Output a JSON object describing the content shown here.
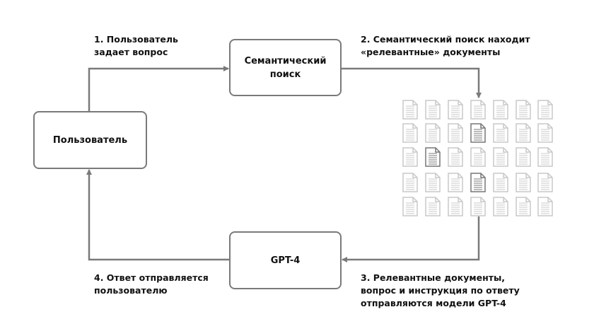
{
  "nodes": {
    "search": "Семантический поиск",
    "user": "Пользователь",
    "gpt": "GPT-4"
  },
  "steps": {
    "s1": [
      "1. Пользователь",
      "задает вопрос"
    ],
    "s2": [
      "2. Семантический поиск находит",
      "«релевантные» документы"
    ],
    "s3": [
      "3. Релевантные документы,",
      "вопрос и инструкция по ответу",
      "отправляются модели GPT-4"
    ],
    "s4": [
      "4. Ответ отправляется",
      "пользователю"
    ]
  },
  "documents": {
    "rows": 5,
    "cols": 7,
    "highlighted": [
      [
        1,
        3
      ],
      [
        2,
        1
      ],
      [
        3,
        3
      ]
    ]
  },
  "colors": {
    "line": "#7a7a7a",
    "doc": "#c8c8c8",
    "doc_highlight": "#777777"
  }
}
